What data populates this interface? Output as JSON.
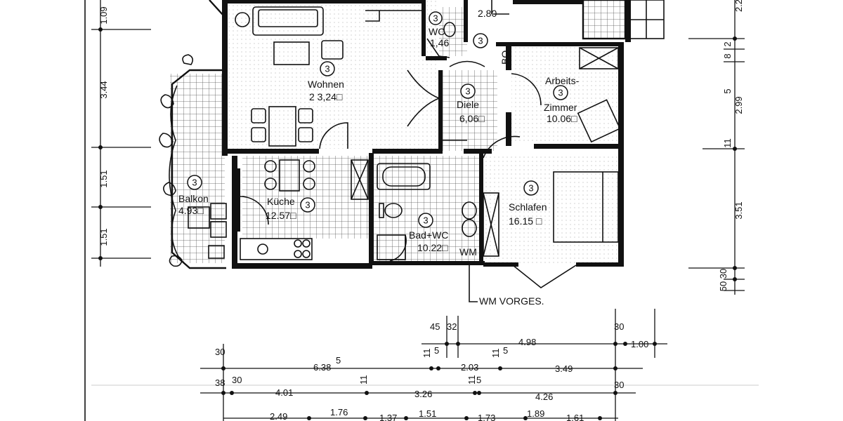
{
  "rooms": {
    "wohnen": {
      "name": "Wohnen",
      "area": "2 3,24□",
      "marker": "3"
    },
    "wc": {
      "name": "WC",
      "area": "1,46",
      "marker": "3"
    },
    "diele": {
      "name": "Diele",
      "area": "6,06□",
      "marker": "3"
    },
    "arbeits": {
      "name1": "Arbeits-",
      "name2": "Zimmer",
      "area": "10.06□",
      "marker": "3"
    },
    "balkon": {
      "name": "Balkon",
      "area": "4.93□",
      "marker": "3"
    },
    "kueche": {
      "name": "Küche",
      "area": "12.57□",
      "marker": "3"
    },
    "bad": {
      "name": "Bad+WC",
      "area": "10.22□",
      "marker": "3"
    },
    "schlafen": {
      "name": "Schlafen",
      "area": "16.15 □",
      "marker": "3"
    },
    "flur_top": {
      "area": "2.80",
      "marker": "3"
    }
  },
  "annotations": {
    "wm": "WM",
    "wm_note": "WM VORGES.",
    "bo": "BO"
  },
  "dims_left": [
    "1.09",
    "3.44",
    "1.51",
    "1.51"
  ],
  "dims_right": [
    "2.2",
    "8",
    "2",
    "2.99",
    "5",
    "11",
    "3.51",
    "30",
    "50"
  ],
  "dims_bottom": {
    "row1": [
      "45",
      "32",
      "4.98",
      "30",
      "1.00"
    ],
    "row2": [
      "30",
      "6.38",
      "5",
      "11",
      "5",
      "2.03",
      "11",
      "5",
      "3.49"
    ],
    "row3": [
      "38",
      "30",
      "4.01",
      "11",
      "3.26",
      "11",
      "5",
      "4.26",
      "30"
    ],
    "row4": [
      "2.49",
      "1.76",
      "1.37",
      "1.51",
      "1.73",
      "1.89",
      "1.61"
    ]
  }
}
